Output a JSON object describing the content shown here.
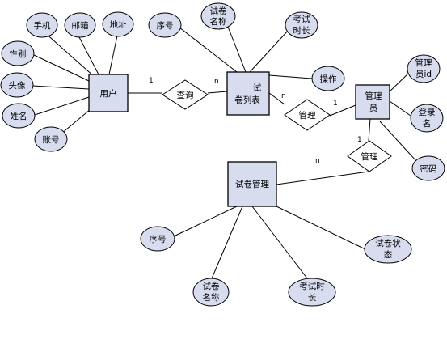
{
  "entities": {
    "user": "用户",
    "exam_list_line1": "试",
    "exam_list_line2": "卷列表",
    "admin_line1": "管理",
    "admin_line2": "员",
    "exam_mgmt": "试卷管理"
  },
  "relationships": {
    "query": "查询",
    "manage_list": "管理",
    "manage_mgmt": "管理"
  },
  "user_attributes": {
    "phone": "手机",
    "email": "邮箱",
    "address": "地址",
    "gender": "性别",
    "avatar": "头像",
    "name": "姓名",
    "account": "账号"
  },
  "exam_list_attributes": {
    "serial": "序号",
    "paper_name_line1": "试卷",
    "paper_name_line2": "名称",
    "duration_line1": "考试",
    "duration_line2": "时长",
    "operation": "操作"
  },
  "admin_attributes": {
    "admin_id_line1": "管理",
    "admin_id_line2": "员id",
    "login_name_line1": "登录",
    "login_name_line2": "名",
    "password": "密码"
  },
  "exam_mgmt_attributes": {
    "serial": "序号",
    "paper_name_line1": "试卷",
    "paper_name_line2": "名称",
    "duration_line1": "考试时",
    "duration_line2": "长",
    "status_line1": "试卷状",
    "status_line2": "态"
  },
  "cardinalities": {
    "user_query": "1",
    "query_list": "n",
    "list_manage": "n",
    "manage_admin": "1",
    "admin_manage2": "1",
    "manage2_mgmt": "n"
  }
}
